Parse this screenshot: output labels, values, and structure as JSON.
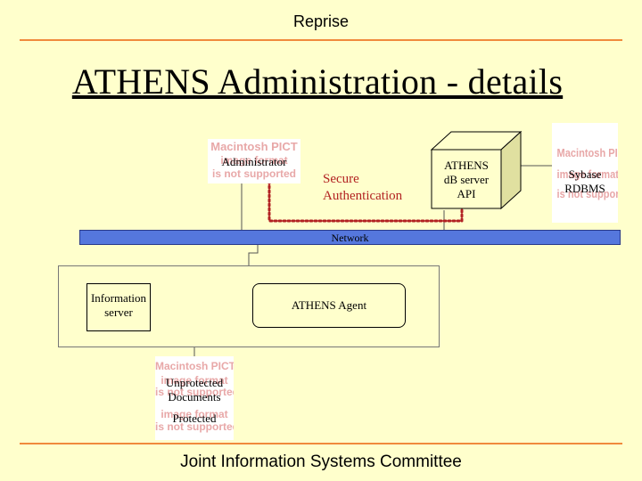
{
  "header": {
    "text": "Reprise"
  },
  "title": {
    "text": "ATHENS Administration - details"
  },
  "placeholder": {
    "line1": "Macintosh PICT",
    "line2": "image format",
    "line3": "is not supported"
  },
  "nodes": {
    "administrator": "Administrator",
    "secure_line1": "Secure",
    "secure_line2": "Authentication",
    "athens_line1": "ATHENS",
    "athens_line2": "dB server",
    "athens_line3": "API",
    "sybase_line1": "Sybase",
    "sybase_line2": "RDBMS",
    "network": "Network",
    "info_line1": "Information",
    "info_line2": "server",
    "agent": "ATHENS Agent",
    "unprotected_line1": "Unprotected",
    "unprotected_line2": "Documents",
    "protected": "Protected"
  },
  "colors": {
    "background": "#ffffcc",
    "rule": "#f08a3c",
    "network": "#5577dd",
    "secure_path": "#b22222",
    "placeholder_text": "#e8a8a8"
  },
  "footer": {
    "text": "Joint Information Systems Committee"
  }
}
